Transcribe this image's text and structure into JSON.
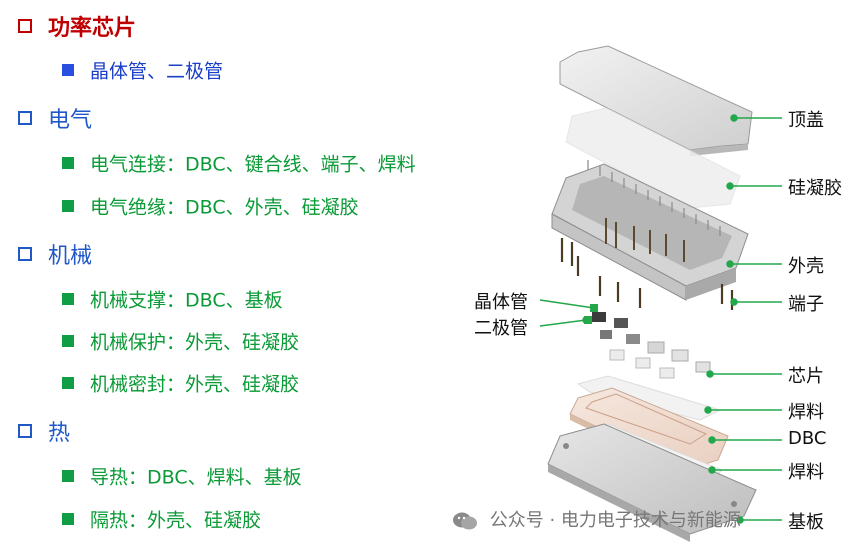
{
  "outline": [
    {
      "level": 1,
      "text": "功率芯片",
      "style": "red"
    },
    {
      "level": 2,
      "text": "晶体管、二极管",
      "style": "blue"
    },
    {
      "level": 1,
      "text": "电气",
      "style": "blue"
    },
    {
      "level": 2,
      "text": "电气连接：DBC、键合线、端子、焊料",
      "style": "green"
    },
    {
      "level": 2,
      "text": "电气绝缘：DBC、外壳、硅凝胶",
      "style": "green"
    },
    {
      "level": 1,
      "text": "机械",
      "style": "blue"
    },
    {
      "level": 2,
      "text": "机械支撑：DBC、基板",
      "style": "green"
    },
    {
      "level": 2,
      "text": "机械保护：外壳、硅凝胶",
      "style": "green"
    },
    {
      "level": 2,
      "text": "机械密封：外壳、硅凝胶",
      "style": "green"
    },
    {
      "level": 1,
      "text": "热",
      "style": "blue"
    },
    {
      "level": 2,
      "text": "导热：DBC、焊料、基板",
      "style": "green"
    },
    {
      "level": 2,
      "text": "隔热：外壳、硅凝胶",
      "style": "green"
    }
  ],
  "diagram": {
    "labels_right": [
      "顶盖",
      "硅凝胶",
      "外壳",
      "端子",
      "芯片",
      "焊料",
      "DBC",
      "焊料",
      "基板"
    ],
    "labels_left": [
      "晶体管",
      "二极管"
    ],
    "accent_color": "#22a84a"
  },
  "watermark": "公众号 · 电力电子技术与新能源"
}
